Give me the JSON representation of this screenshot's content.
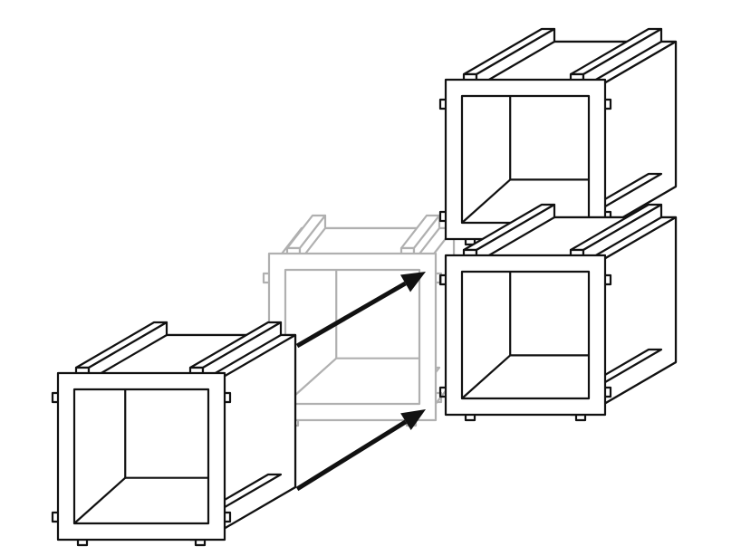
{
  "diagram": {
    "description_visible_text": "",
    "colors": {
      "background": "#ffffff",
      "stroke": "#111111",
      "ghost_stroke": "#a8a8a8",
      "arrow": "#111111"
    },
    "components": [
      {
        "id": "cube-front",
        "state": "solid"
      },
      {
        "id": "cube-ghost",
        "state": "faded"
      },
      {
        "id": "cube-top",
        "state": "solid"
      },
      {
        "id": "cube-bottom",
        "state": "solid"
      }
    ],
    "arrows": [
      {
        "id": "arrow-upper",
        "from": "cube-front",
        "to": "cube-stack"
      },
      {
        "id": "arrow-lower",
        "from": "cube-front",
        "to": "cube-stack"
      }
    ]
  }
}
